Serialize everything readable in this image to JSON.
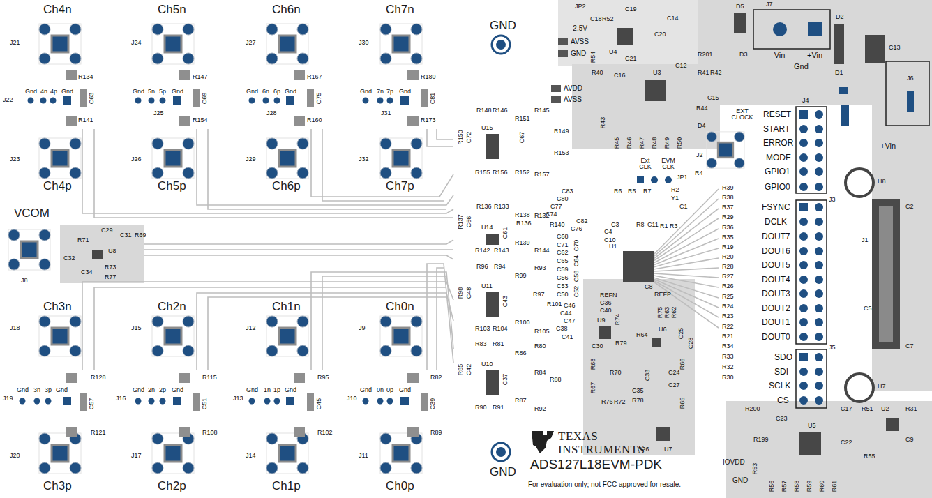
{
  "diagram": {
    "labels": [
      "Ch4n",
      "Ch5n",
      "Ch6n",
      "Ch7n",
      "J21",
      "J24",
      "J27",
      "J30",
      "J22",
      "Gnd",
      "4n",
      "4p",
      "Gnd",
      "R134",
      "C63",
      "R141",
      "Gnd",
      "5n",
      "5p",
      "Gnd",
      "R147",
      "C69",
      "R154",
      "J25",
      "Gnd",
      "6n",
      "6p",
      "Gnd",
      "R167",
      "C75",
      "R160",
      "J28",
      "Gnd",
      "7n",
      "7p",
      "Gnd",
      "R180",
      "C81",
      "R173",
      "J31",
      "J23",
      "J26",
      "J29",
      "J32",
      "Ch4p",
      "Ch5p",
      "Ch6p",
      "Ch7p",
      "VCOM",
      "J8",
      "C29",
      "C31",
      "R69",
      "R71",
      "U8",
      "C32",
      "R73",
      "C34",
      "R77",
      "Ch3n",
      "Ch2n",
      "Ch1n",
      "Ch0n",
      "J18",
      "J15",
      "J12",
      "J9",
      "R128",
      "J19",
      "Gnd",
      "3n",
      "3p",
      "Gnd",
      "C57",
      "R121",
      "J16",
      "Gnd",
      "2n",
      "2p",
      "Gnd",
      "R115",
      "C51",
      "R108",
      "J13",
      "Gnd",
      "1n",
      "1p",
      "Gnd",
      "R95",
      "C45",
      "R102",
      "J10",
      "Gnd",
      "0n",
      "0p",
      "Gnd",
      "R82",
      "C39",
      "R89",
      "J20",
      "J17",
      "J14",
      "J11",
      "Ch3p",
      "Ch2p",
      "Ch1p",
      "Ch0p",
      "GND",
      "GND",
      "R148",
      "R146",
      "R145",
      "R151",
      "R149",
      "U15",
      "R150",
      "C72",
      "C67",
      "R153",
      "R155",
      "R156",
      "R152",
      "R157",
      "R136",
      "R133",
      "R132",
      "R138",
      "R137",
      "C66",
      "U14",
      "C61",
      "R136",
      "R140",
      "R142",
      "R143",
      "R139",
      "R144",
      "R96",
      "R94",
      "R93",
      "R99",
      "R98",
      "C48",
      "U11",
      "C43",
      "R97",
      "R101",
      "R103",
      "R104",
      "R100",
      "R105",
      "R83",
      "R81",
      "R80",
      "R86",
      "R85",
      "C42",
      "U10",
      "C37",
      "R84",
      "R88",
      "R90",
      "R91",
      "R87",
      "R92",
      "C83",
      "C80",
      "C77",
      "C74",
      "C82",
      "C76",
      "C68",
      "C71",
      "C62",
      "C65",
      "C59",
      "C56",
      "C53",
      "C50",
      "C70",
      "C64",
      "C58",
      "C52",
      "C46",
      "C44",
      "C47",
      "C38",
      "C41",
      "R6",
      "R5",
      "R7",
      "R2",
      "Y1",
      "C1",
      "C3",
      "R8",
      "C11",
      "R1",
      "R3",
      "C4",
      "C10",
      "U1",
      "Ext CLK",
      "EVM CLK",
      "JP1",
      "REFN",
      "C36",
      "C40",
      "R74",
      "C8",
      "REFP",
      "R75",
      "R63",
      "R62",
      "C25",
      "U9",
      "U6",
      "R79",
      "R64",
      "C30",
      "R68",
      "R70",
      "R66",
      "C28",
      "C33",
      "C24",
      "C27",
      "R67",
      "C35",
      "R76",
      "R72",
      "R78",
      "R65",
      "C26",
      "U7",
      "JP2",
      "C19",
      "C18",
      "R52",
      "C14",
      "D5",
      "J7",
      "D2",
      "-2.5V",
      "AVSS",
      "GND",
      "R54",
      "U4",
      "C20",
      "C21",
      "R201",
      "D3",
      "-Vin",
      "+Vin",
      "Gnd",
      "C13",
      "D1",
      "R40",
      "C16",
      "U3",
      "C12",
      "R41",
      "R42",
      "AVDD",
      "AVSS",
      "C15",
      "R43",
      "R44",
      "D4",
      "R45",
      "R46",
      "R47",
      "R48",
      "R49",
      "R50",
      "EXT CLOCK",
      "J4",
      "J6",
      "+Vin",
      "J2",
      "R4",
      "RESET",
      "START",
      "ERROR",
      "MODE",
      "GPIO1",
      "GPIO0",
      "J3",
      "FSYNC",
      "DCLK",
      "DOUT7",
      "DOUT6",
      "DOUT5",
      "DOUT4",
      "DOUT3",
      "DOUT2",
      "DOUT1",
      "DOUT0",
      "J5",
      "SDO",
      "SDI",
      "SCLK",
      "CS",
      "R39",
      "R38",
      "R37",
      "R29",
      "R36",
      "R35",
      "R19",
      "R20",
      "R28",
      "R27",
      "R26",
      "R25",
      "R24",
      "R23",
      "R22",
      "R21",
      "R34",
      "R33",
      "R32",
      "R30",
      "H8",
      "C2",
      "J1",
      "C5",
      "C7",
      "H7",
      "R200",
      "C23",
      "U2",
      "C17",
      "R51",
      "R31",
      "R199",
      "U5",
      "C22",
      "C9",
      "R55",
      "IOVDD",
      "R53",
      "GND",
      "R56",
      "R57",
      "R58",
      "R59",
      "R60",
      "R61",
      "TEXAS",
      "INSTRUMENTS",
      "ADS127L18EVM-PDK",
      "For evaluation only; not FCC approved for resale."
    ]
  }
}
